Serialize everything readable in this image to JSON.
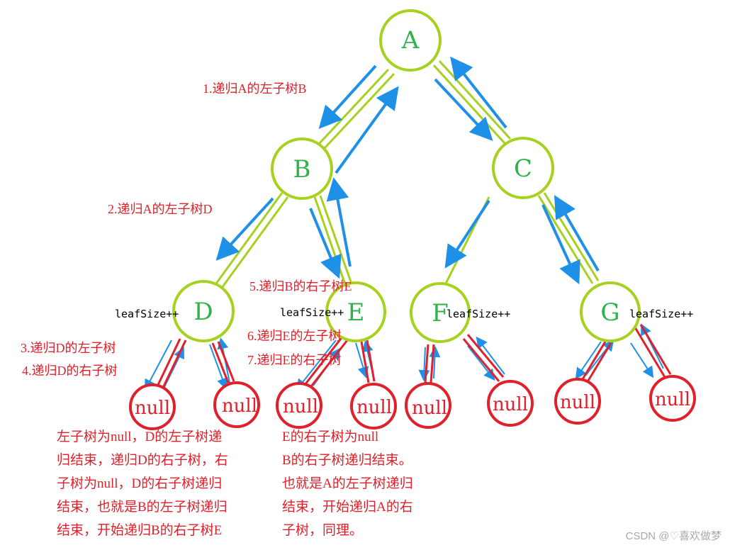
{
  "tree": {
    "nodes": [
      "A",
      "B",
      "C",
      "D",
      "E",
      "F",
      "G"
    ],
    "null_label": "null",
    "leaf_size_label": "leafSize++"
  },
  "steps": {
    "s1": "1.递归A的左子树B",
    "s2": "2.递归A的左子树D",
    "s3": "3.递归D的左子树",
    "s4": "4.递归D的右子树",
    "s5": "5.递归B的右子树E",
    "s6": "6.递归E的左子树",
    "s7": "7.递归E的右子树"
  },
  "notes": {
    "left": [
      "左子树为null，D的左子树递",
      "归结束，递归D的右子树，右",
      "子树为null，D的右子树递归",
      "结束，也就是B的左子树递归",
      "结束，开始递归B的右子树E"
    ],
    "right": [
      "E的右子树为null",
      "B的右子树递归结束。",
      "也就是A的左子树递归",
      "结束，开始递归A的右",
      "子树，同理。"
    ]
  },
  "watermark": "CSDN @♡喜欢做梦",
  "colors": {
    "node_stroke": "#a6d11f",
    "node_text": "#2db34a",
    "null_stroke": "#e0202a",
    "arrow": "#1e90e8",
    "text_red": "#e0202a"
  }
}
